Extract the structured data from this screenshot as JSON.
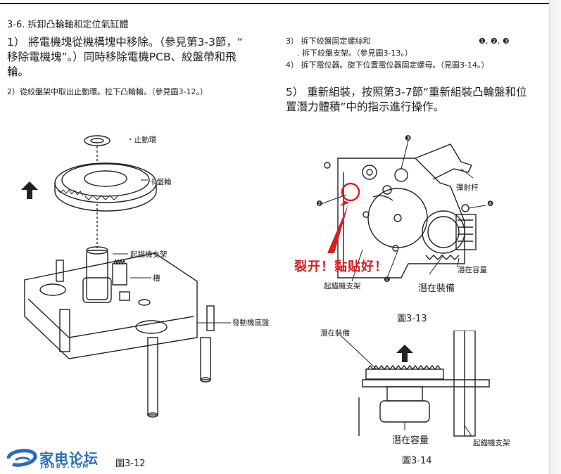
{
  "section_title": "3-6. 拆卸凸輪軸和定位氣缸體",
  "step1": {
    "line1": "1） 將電機塊從機構塊中移除。（參見第3-3節，“",
    "line2": "移除電機塊”。）同時移除電機PCB、絞盤帶和飛",
    "line3": "輪。"
  },
  "step2": "2）從絞盤架中取出止動環。拉下凸輪輪。（參見圖3-12。）",
  "step3": {
    "line1": "3） 拆下絞盤固定螺絲和",
    "circled": "❶, ❷, ❸",
    "line2": ". 拆下絞盤支架。（參見圖3-13。）"
  },
  "step4": "4） 拆下電位器。旋下位置電位器固定螺母。（見圖3-14。）",
  "step5": {
    "line1": "5） 重新組裝，按照第3-7節“重新組裝凸輪盤和位",
    "line2": "置潛力體積”中的指示進行操作。"
  },
  "fig12": {
    "caption": "圖3-12",
    "labels": {
      "stop_ring": "・止動環",
      "cam_wheel": "卡盤輪",
      "capstan_bracket": "起錨機支架",
      "groove": "槽",
      "chassis": "發動機底盤"
    }
  },
  "fig13": {
    "caption": "圖3-13",
    "labels": {
      "eject_lever": "彈射杆",
      "potentiometer": "潛在容量",
      "capstan_bracket": "起錨機支架",
      "latent_equipment": "潛在裝備",
      "num1": "❶",
      "num2": "❷",
      "num3": "❸",
      "num4": "❹"
    },
    "note": "裂开！黏贴好！"
  },
  "fig14": {
    "caption": "圖3-14",
    "labels": {
      "latent_equipment": "潛在裝備",
      "potentiometer": "潛在容量",
      "capstan_bracket": "起錨機支架"
    }
  },
  "watermark": {
    "name": "家电论坛",
    "url": "JDBBS.COM"
  },
  "colors": {
    "text": "#222222",
    "note_red": "#d62020",
    "logo_blue": "#2a6db3"
  }
}
